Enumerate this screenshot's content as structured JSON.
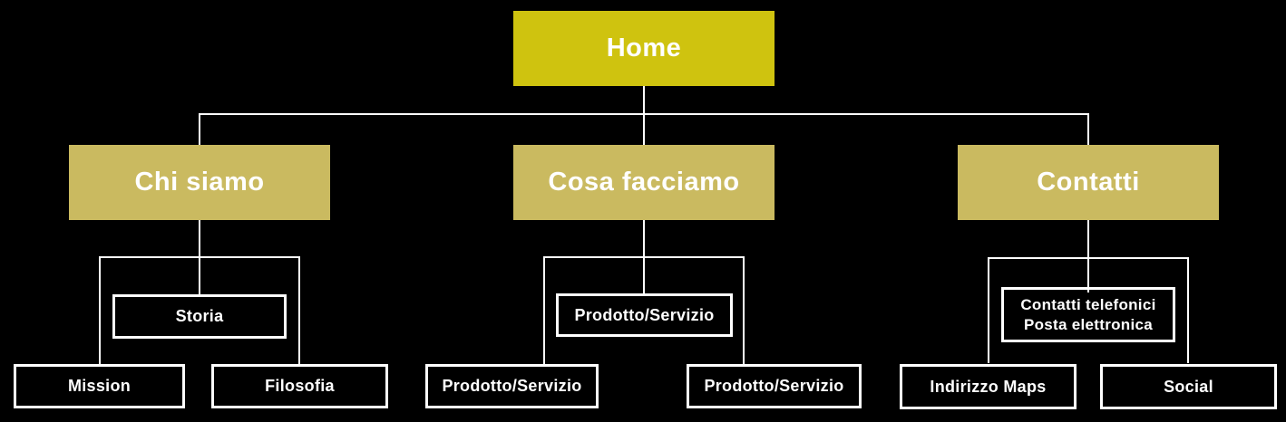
{
  "colors": {
    "background": "#000000",
    "root_fill": "#cfc30f",
    "section_fill": "#caba60",
    "connector": "#ffffff",
    "text": "#ffffff"
  },
  "nodes": {
    "home": {
      "label": "Home"
    },
    "chi_siamo": {
      "label": "Chi siamo"
    },
    "storia": {
      "label": "Storia"
    },
    "mission": {
      "label": "Mission"
    },
    "filosofia": {
      "label": "Filosofia"
    },
    "cosa_facciamo": {
      "label": "Cosa facciamo"
    },
    "prodotto_servizio_mid": {
      "label": "Prodotto/Servizio"
    },
    "prodotto_servizio_left": {
      "label": "Prodotto/Servizio"
    },
    "prodotto_servizio_right": {
      "label": "Prodotto/Servizio"
    },
    "contatti": {
      "label": "Contatti"
    },
    "contatti_info": {
      "line1": "Contatti telefonici",
      "line2": "Posta elettronica"
    },
    "indirizzo_maps": {
      "label": "Indirizzo Maps"
    },
    "social": {
      "label": "Social"
    }
  },
  "hierarchy": {
    "root": "Home",
    "branches": [
      {
        "parent": "Chi siamo",
        "middle": [
          "Storia"
        ],
        "leaves": [
          "Mission",
          "Filosofia"
        ]
      },
      {
        "parent": "Cosa facciamo",
        "middle": [
          "Prodotto/Servizio"
        ],
        "leaves": [
          "Prodotto/Servizio",
          "Prodotto/Servizio"
        ]
      },
      {
        "parent": "Contatti",
        "middle": [
          "Contatti telefonici Posta elettronica"
        ],
        "leaves": [
          "Indirizzo Maps",
          "Social"
        ]
      }
    ]
  }
}
